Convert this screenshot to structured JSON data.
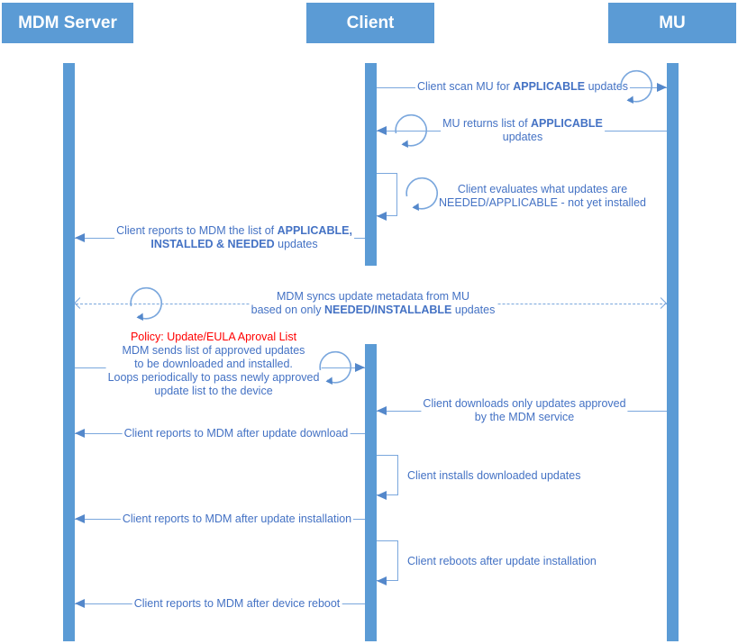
{
  "actors": {
    "mdm": "MDM Server",
    "client": "Client",
    "mu": "MU"
  },
  "messages": {
    "scan": {
      "pre": "Client scan MU for ",
      "bold": "APPLICABLE",
      "post": " updates"
    },
    "returns": {
      "pre": "MU returns list of ",
      "bold": "APPLICABLE",
      "line2": "updates"
    },
    "evaluate": {
      "line1": "Client evaluates what updates are",
      "line2": "NEEDED/APPLICABLE - not yet installed"
    },
    "report_list": {
      "line1_pre": "Client reports to MDM the list of ",
      "line1_bold": "APPLICABLE,",
      "line2_bold": "INSTALLED & NEEDED",
      "line2_post": " updates"
    },
    "sync": {
      "line1": "MDM syncs update metadata from MU",
      "line2_pre": "based on only ",
      "line2_bold": "NEEDED/INSTALLABLE",
      "line2_post": " updates"
    },
    "policy": {
      "title": "Policy: Update/EULA Aproval List",
      "line1": "MDM sends list of approved updates",
      "line2": "to be downloaded and installed.",
      "line3": "Loops periodically to pass newly approved",
      "line4": "update list to the device"
    },
    "download": {
      "line1": "Client downloads only updates approved",
      "line2": "by the MDM service"
    },
    "report_download": "Client reports to MDM after update download",
    "install": "Client installs downloaded updates",
    "report_install": "Client reports to MDM after update installation",
    "reboot": "Client reboots after update installation",
    "report_reboot": "Client reports to MDM after device reboot"
  },
  "icons": {
    "loop": "circular-loop-arrow"
  },
  "colors": {
    "actor_fill": "#5B9BD5",
    "arrow_line": "#7AA7DD",
    "arrowhead": "#5488CB",
    "label_text": "#4472C4",
    "policy_red": "#FF0000"
  }
}
